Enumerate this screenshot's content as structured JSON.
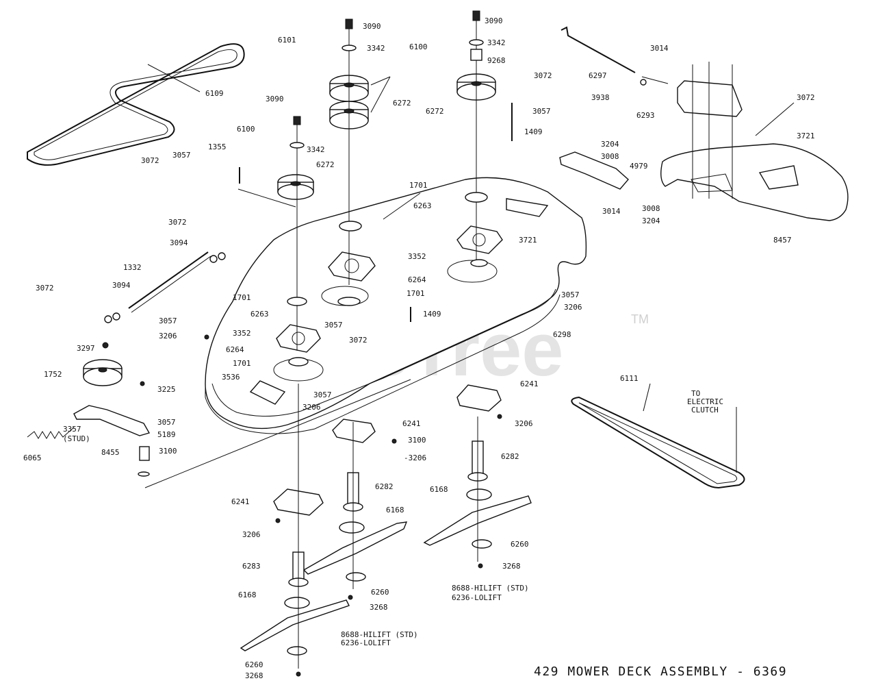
{
  "title": "429 MOWER DECK ASSEMBLY - 6369",
  "watermark": "PartsTree",
  "trademark": "TM",
  "note_clutch": [
    "TO",
    "ELECTRIC",
    "CLUTCH"
  ],
  "parts": [
    {
      "id": "p3090a",
      "text": "3090"
    },
    {
      "id": "p6101",
      "text": "6101"
    },
    {
      "id": "p3342a",
      "text": "3342"
    },
    {
      "id": "p3090b",
      "text": "3090"
    },
    {
      "id": "p6100a",
      "text": "6100"
    },
    {
      "id": "p3342b",
      "text": "3342"
    },
    {
      "id": "p9268",
      "text": "9268"
    },
    {
      "id": "p6272a",
      "text": "6272"
    },
    {
      "id": "p6272b",
      "text": "6272"
    },
    {
      "id": "p3072a",
      "text": "3072"
    },
    {
      "id": "p3057a",
      "text": "3057"
    },
    {
      "id": "p1409a",
      "text": "1409"
    },
    {
      "id": "p6109",
      "text": "6109"
    },
    {
      "id": "p3090c",
      "text": "3090"
    },
    {
      "id": "p6100b",
      "text": "6100"
    },
    {
      "id": "p3342c",
      "text": "3342"
    },
    {
      "id": "p1355",
      "text": "1355"
    },
    {
      "id": "p3057b",
      "text": "3057"
    },
    {
      "id": "p3072b",
      "text": "3072"
    },
    {
      "id": "p6272c",
      "text": "6272"
    },
    {
      "id": "p6297",
      "text": "6297"
    },
    {
      "id": "p3014a",
      "text": "3014"
    },
    {
      "id": "p3938",
      "text": "3938"
    },
    {
      "id": "p6293",
      "text": "6293"
    },
    {
      "id": "p3072c",
      "text": "3072"
    },
    {
      "id": "p3721a",
      "text": "3721"
    },
    {
      "id": "p3204a",
      "text": "3204"
    },
    {
      "id": "p3008a",
      "text": "3008"
    },
    {
      "id": "p4979",
      "text": "4979"
    },
    {
      "id": "p3014b",
      "text": "3014"
    },
    {
      "id": "p3008b",
      "text": "3008"
    },
    {
      "id": "p3204b",
      "text": "3204"
    },
    {
      "id": "p8457",
      "text": "8457"
    },
    {
      "id": "p1701a",
      "text": "1701"
    },
    {
      "id": "p6263a",
      "text": "6263"
    },
    {
      "id": "p3721b",
      "text": "3721"
    },
    {
      "id": "p3072d",
      "text": "3072"
    },
    {
      "id": "p3094a",
      "text": "3094"
    },
    {
      "id": "p3352a",
      "text": "3352"
    },
    {
      "id": "p6264a",
      "text": "6264"
    },
    {
      "id": "p1332",
      "text": "1332"
    },
    {
      "id": "p3072e",
      "text": "3072"
    },
    {
      "id": "p3094b",
      "text": "3094"
    },
    {
      "id": "p1701b",
      "text": "1701"
    },
    {
      "id": "p1701c",
      "text": "1701"
    },
    {
      "id": "p3057c",
      "text": "3057"
    },
    {
      "id": "p3206a",
      "text": "3206"
    },
    {
      "id": "p3057d",
      "text": "3057"
    },
    {
      "id": "p3206b",
      "text": "3206"
    },
    {
      "id": "p6263b",
      "text": "6263"
    },
    {
      "id": "p3057e",
      "text": "3057"
    },
    {
      "id": "p1409b",
      "text": "1409"
    },
    {
      "id": "p3352b",
      "text": "3352"
    },
    {
      "id": "p3072f",
      "text": "3072"
    },
    {
      "id": "p6298",
      "text": "6298"
    },
    {
      "id": "p6264b",
      "text": "6264"
    },
    {
      "id": "p3297",
      "text": "3297"
    },
    {
      "id": "p1701d",
      "text": "1701"
    },
    {
      "id": "p3536",
      "text": "3536"
    },
    {
      "id": "p1752",
      "text": "1752"
    },
    {
      "id": "p3225",
      "text": "3225"
    },
    {
      "id": "p3057f",
      "text": "3057"
    },
    {
      "id": "p3206c",
      "text": "3206"
    },
    {
      "id": "p6241a",
      "text": "6241"
    },
    {
      "id": "p6111",
      "text": "6111"
    },
    {
      "id": "p3057g",
      "text": "3057"
    },
    {
      "id": "p3206d",
      "text": "3206"
    },
    {
      "id": "p3357",
      "text": "3357"
    },
    {
      "id": "p3357b",
      "text": "(STUD)"
    },
    {
      "id": "p5189",
      "text": "5189"
    },
    {
      "id": "p6241b",
      "text": "6241"
    },
    {
      "id": "p8455",
      "text": "8455"
    },
    {
      "id": "p3100a",
      "text": "3100"
    },
    {
      "id": "p3206e",
      "text": "-3206"
    },
    {
      "id": "p6065",
      "text": "6065"
    },
    {
      "id": "p3100b",
      "text": "3100"
    },
    {
      "id": "p6282a",
      "text": "6282"
    },
    {
      "id": "p6282b",
      "text": "6282"
    },
    {
      "id": "p6168a",
      "text": "6168"
    },
    {
      "id": "p6241c",
      "text": "6241"
    },
    {
      "id": "p6168b",
      "text": "6168"
    },
    {
      "id": "p3206f",
      "text": "3206"
    },
    {
      "id": "p6260a",
      "text": "6260"
    },
    {
      "id": "p3268a",
      "text": "3268"
    },
    {
      "id": "p6283",
      "text": "6283"
    },
    {
      "id": "p6260b",
      "text": "6260"
    },
    {
      "id": "p8688a",
      "text": "8688-HILIFT (STD)"
    },
    {
      "id": "p6236a",
      "text": "6236-LOLIFT"
    },
    {
      "id": "p3268b",
      "text": "3268"
    },
    {
      "id": "p6168c",
      "text": "6168"
    },
    {
      "id": "p8688b",
      "text": "8688-HILIFT (STD)"
    },
    {
      "id": "p6236b",
      "text": "6236-LOLIFT"
    },
    {
      "id": "p6260c",
      "text": "6260"
    },
    {
      "id": "p3268c",
      "text": "3268"
    }
  ]
}
